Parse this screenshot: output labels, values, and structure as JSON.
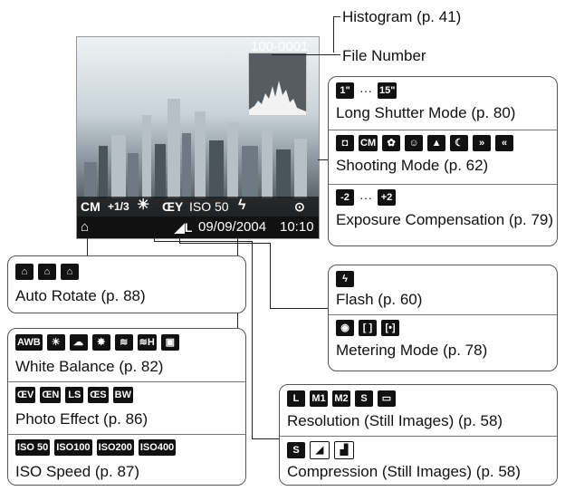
{
  "callouts": {
    "histogram": "Histogram (p. 41)",
    "file_number": "File Number"
  },
  "photo_overlay": {
    "file_number": "100-0001",
    "mode": "CM",
    "exposure": "+1/3",
    "iso": "ISO 50",
    "date": "09/09/2004",
    "time": "10:10"
  },
  "right_panels": {
    "long_shutter": {
      "icons": [
        "1\"",
        "15\""
      ],
      "label": "Long Shutter Mode (p. 80)"
    },
    "shooting_mode": {
      "icons": [
        "camera-icon",
        "manual-icon",
        "macro-icon",
        "portrait-icon",
        "landscape-icon",
        "night-icon",
        "fast-shutter-icon",
        "slow-shutter-icon"
      ],
      "label": "Shooting Mode (p. 62)"
    },
    "exposure_comp": {
      "icons": [
        "-2",
        "+2"
      ],
      "label": "Exposure Compensation (p. 79)"
    },
    "flash": {
      "icons": [
        "flash-icon"
      ],
      "label": "Flash (p. 60)"
    },
    "metering": {
      "icons": [
        "evaluative-icon",
        "center-weighted-icon",
        "spot-icon"
      ],
      "label": "Metering Mode (p. 78)"
    },
    "resolution": {
      "icons": [
        "L",
        "M1",
        "M2",
        "S",
        "postcard-icon"
      ],
      "label": "Resolution (Still Images) (p. 58)"
    },
    "compression": {
      "icons": [
        "superfine-icon",
        "fine-icon",
        "normal-icon"
      ],
      "label": "Compression (Still Images) (p. 58)"
    }
  },
  "left_panels": {
    "auto_rotate": {
      "icons": [
        "rotate-0-icon",
        "rotate-90-icon",
        "rotate-270-icon"
      ],
      "label": "Auto Rotate (p. 88)"
    },
    "white_balance": {
      "icons": [
        "AWB",
        "daylight-icon",
        "cloudy-icon",
        "tungsten-icon",
        "fluorescent-icon",
        "fluorescent-h-icon",
        "custom-icon"
      ],
      "label": "White Balance (p. 82)"
    },
    "photo_effect": {
      "icons": [
        "vivid-icon",
        "neutral-icon",
        "low-sharpening-icon",
        "sepia-icon",
        "bw-icon"
      ],
      "label": "Photo Effect (p. 86)"
    },
    "iso_speed": {
      "icons": [
        "ISO 50",
        "ISO100",
        "ISO200",
        "ISO400"
      ],
      "label": "ISO Speed (p. 87)"
    }
  }
}
